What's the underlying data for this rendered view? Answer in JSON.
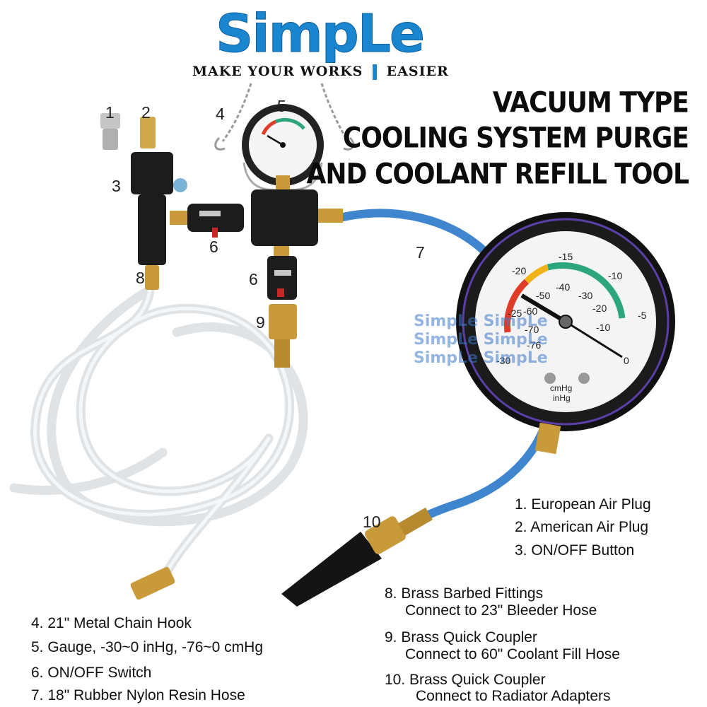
{
  "logo": {
    "word": "SimpLe",
    "tagline_left": "MAKE YOUR WORKS",
    "tagline_right": "EASIER"
  },
  "title": {
    "line1": "VACUUM TYPE",
    "line2": "COOLING SYSTEM PURGE",
    "line3": "AND COOLANT REFILL TOOL"
  },
  "callouts": {
    "c1": "1",
    "c2": "2",
    "c3": "3",
    "c4": "4",
    "c5": "5",
    "c6a": "6",
    "c6b": "6",
    "c7": "7",
    "c8": "8",
    "c9": "9",
    "c10": "10"
  },
  "gauge": {
    "scale_outer": [
      "-20",
      "-15",
      "-10",
      "-5",
      "0"
    ],
    "scale_inner": [
      "-50",
      "-40",
      "-30",
      "-20",
      "-10"
    ],
    "scale_left": [
      "-25",
      "-60",
      "-70",
      "-76",
      "-30"
    ],
    "unit1": "cmHg",
    "unit2": "inHg"
  },
  "watermark": {
    "text": "SimpLe SimpLe"
  },
  "legend_right": [
    "1. European Air Plug",
    "2. American Air Plug",
    "3. ON/OFF Button"
  ],
  "legend_right_two_line": [
    {
      "l1": "8. Brass Barbed Fittings",
      "l2": "Connect to 23\" Bleeder Hose"
    },
    {
      "l1": "9. Brass Quick Coupler",
      "l2": "Connect to 60\" Coolant Fill Hose"
    },
    {
      "l1": "10. Brass Quick Coupler",
      "l2": "Connect to Radiator Adapters"
    }
  ],
  "legend_left": [
    "4. 21\" Metal Chain Hook",
    "5. Gauge, -30~0 inHg, -76~0 cmHg",
    "6. ON/OFF Switch",
    "7. 18\" Rubber Nylon Resin Hose"
  ],
  "colors": {
    "brand_blue": "#1a86d0",
    "hose_blue": "#3f86cf",
    "brass": "#c99a3a",
    "body_black": "#1a1a1a"
  }
}
